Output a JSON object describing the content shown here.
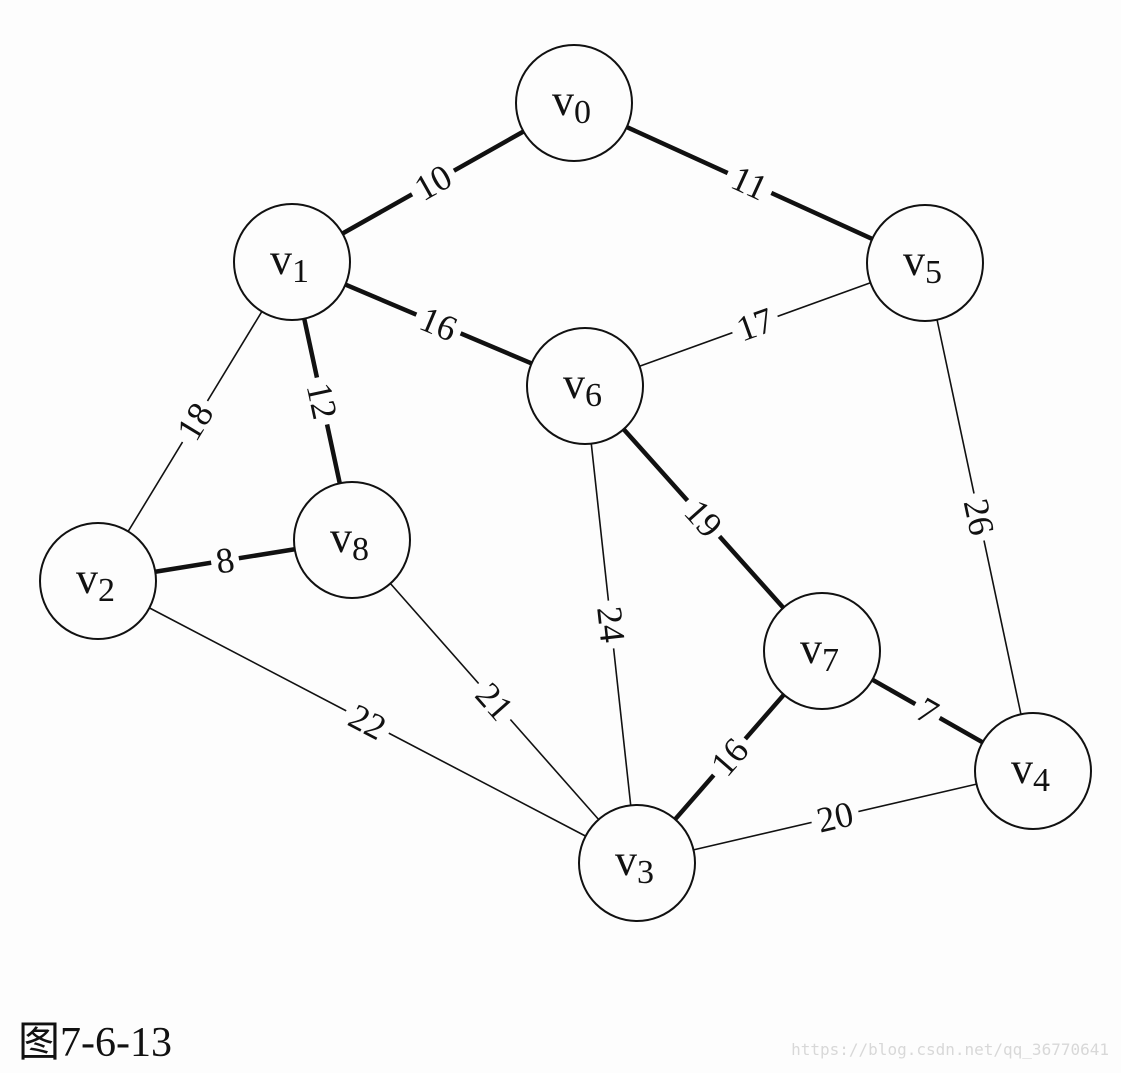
{
  "diagram": {
    "caption": "图7-6-13",
    "watermark": "https://blog.csdn.net/qq_36770641",
    "nodes": [
      {
        "id": "v0",
        "name": "v",
        "sub": "0"
      },
      {
        "id": "v1",
        "name": "v",
        "sub": "1"
      },
      {
        "id": "v2",
        "name": "v",
        "sub": "2"
      },
      {
        "id": "v3",
        "name": "v",
        "sub": "3"
      },
      {
        "id": "v4",
        "name": "v",
        "sub": "4"
      },
      {
        "id": "v5",
        "name": "v",
        "sub": "5"
      },
      {
        "id": "v6",
        "name": "v",
        "sub": "6"
      },
      {
        "id": "v7",
        "name": "v",
        "sub": "7"
      },
      {
        "id": "v8",
        "name": "v",
        "sub": "8"
      }
    ],
    "edges": [
      {
        "from": "v0",
        "to": "v1",
        "weight": "10",
        "bold": true
      },
      {
        "from": "v0",
        "to": "v5",
        "weight": "11",
        "bold": true
      },
      {
        "from": "v1",
        "to": "v6",
        "weight": "16",
        "bold": true
      },
      {
        "from": "v5",
        "to": "v6",
        "weight": "17",
        "bold": false
      },
      {
        "from": "v1",
        "to": "v2",
        "weight": "18",
        "bold": false
      },
      {
        "from": "v1",
        "to": "v8",
        "weight": "12",
        "bold": true
      },
      {
        "from": "v2",
        "to": "v8",
        "weight": "8",
        "bold": true
      },
      {
        "from": "v5",
        "to": "v4",
        "weight": "26",
        "bold": false
      },
      {
        "from": "v6",
        "to": "v7",
        "weight": "19",
        "bold": true
      },
      {
        "from": "v6",
        "to": "v3",
        "weight": "24",
        "bold": false
      },
      {
        "from": "v8",
        "to": "v3",
        "weight": "21",
        "bold": false
      },
      {
        "from": "v2",
        "to": "v3",
        "weight": "22",
        "bold": false
      },
      {
        "from": "v7",
        "to": "v4",
        "weight": "7",
        "bold": true
      },
      {
        "from": "v7",
        "to": "v3",
        "weight": "16",
        "bold": true
      },
      {
        "from": "v3",
        "to": "v4",
        "weight": "20",
        "bold": false
      }
    ]
  }
}
